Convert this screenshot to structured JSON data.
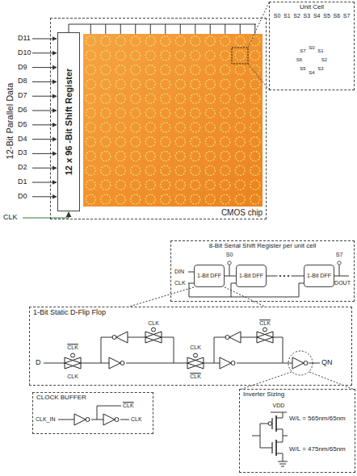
{
  "diagram": {
    "nodes": [
      {
        "text": [
          "CMOS chip"
        ]
      },
      {
        "text": [
          "12 x 96 -Bit Shift Register"
        ],
        "in": 0
      },
      {
        "text": [
          "Unit Cell"
        ]
      },
      {
        "text": [
          "8-Bit Serial Shift Register per unit cell"
        ]
      },
      {
        "text": [
          "1-Bit DFF"
        ],
        "in": 3
      },
      {
        "text": [
          "1-Bit DFF"
        ],
        "in": 3
      },
      {
        "text": [
          "1-Bit DFF"
        ],
        "in": 3
      },
      {
        "text": [
          "1-Bit Static D-Flip Flop"
        ]
      },
      {
        "text": [
          "CLOCK BUFFER"
        ]
      },
      {
        "text": [
          "Inverter Sizing"
        ]
      }
    ],
    "edges": [
      {
        "from": 4,
        "to": 5,
        "arrow": "none"
      },
      {
        "from": 5,
        "to": 6,
        "arrow": "none"
      },
      {
        "from": 4,
        "to": 7,
        "arrow": "none"
      }
    ],
    "labels": [
      "12-Bit Parallel Data",
      "D11",
      "D10",
      "D9",
      "D8",
      "D7",
      "D6",
      "D5",
      "D4",
      "D3",
      "D2",
      "D1",
      "D0",
      "CLK",
      "S0",
      "S1",
      "S2",
      "S3",
      "S4",
      "S5",
      "S6",
      "S7",
      "S0",
      "S1",
      "S2",
      "S3",
      "S4",
      "S5",
      "S6",
      "S7",
      "DIN",
      "CLK",
      "S0",
      "S7",
      "DOUT",
      "• • •",
      "CLK",
      "CLK",
      "CLK",
      "CLK",
      "CLK",
      "CLK",
      "D",
      "QN",
      "CLK_IN",
      "CLK",
      "CLK",
      "VDD",
      "W/L = 565nm/65nm",
      "W/L = 475nm/65nm"
    ]
  }
}
